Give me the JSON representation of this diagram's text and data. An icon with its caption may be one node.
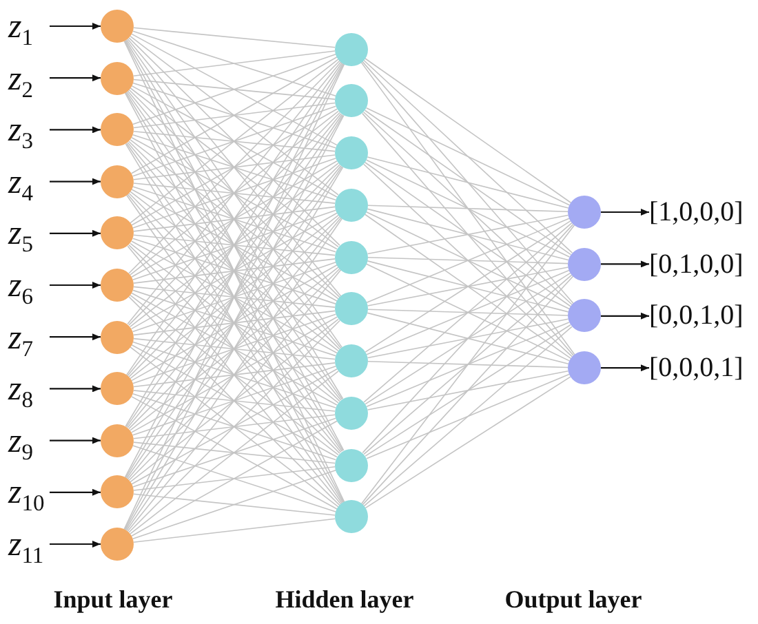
{
  "diagram": {
    "nodes": [
      {
        "text": [
          "*z*$_{1}$"
        ]
      },
      {
        "text": [
          "*z*$_{2}$"
        ]
      },
      {
        "text": [
          "*z*$_{3}$"
        ]
      },
      {
        "text": [
          "*z*$_{4}$"
        ]
      },
      {
        "text": [
          "*z*$_{5}$"
        ]
      },
      {
        "text": [
          "*z*$_{6}$"
        ]
      },
      {
        "text": [
          "*z*$_{7}$"
        ]
      },
      {
        "text": [
          "*z*$_{8}$"
        ]
      },
      {
        "text": [
          "*z*$_{9}$"
        ]
      },
      {
        "text": [
          "*z*$_{10}$"
        ]
      },
      {
        "text": [
          "*z*$_{11}$"
        ]
      },
      {
        "text": [],
        "shape": "circle"
      },
      {
        "text": [],
        "shape": "circle"
      },
      {
        "text": [],
        "shape": "circle"
      },
      {
        "text": [],
        "shape": "circle"
      },
      {
        "text": [],
        "shape": "circle"
      },
      {
        "text": [],
        "shape": "circle"
      },
      {
        "text": [],
        "shape": "circle"
      },
      {
        "text": [],
        "shape": "circle"
      },
      {
        "text": [],
        "shape": "circle"
      },
      {
        "text": [],
        "shape": "circle"
      },
      {
        "text": [],
        "shape": "circle"
      },
      {
        "text": [],
        "shape": "circle"
      },
      {
        "text": [],
        "shape": "circle"
      },
      {
        "text": [],
        "shape": "circle"
      },
      {
        "text": [],
        "shape": "circle"
      },
      {
        "text": [],
        "shape": "circle"
      },
      {
        "text": [],
        "shape": "circle"
      },
      {
        "text": [],
        "shape": "circle"
      },
      {
        "text": [],
        "shape": "circle"
      },
      {
        "text": [],
        "shape": "circle"
      },
      {
        "text": [],
        "shape": "circle"
      },
      {
        "text": [],
        "shape": "circle"
      },
      {
        "text": [],
        "shape": "circle"
      },
      {
        "text": [],
        "shape": "circle"
      },
      {
        "text": [],
        "shape": "circle"
      },
      {
        "text": [
          "[1,0,0,0]"
        ]
      },
      {
        "text": [
          "[0,1,0,0]"
        ]
      },
      {
        "text": [
          "[0,0,1,0]"
        ]
      },
      {
        "text": [
          "[0,0,0,1]"
        ]
      }
    ],
    "edges": [
      {
        "from": 0,
        "to": 11,
        "arrow": "to",
        "color": "#111111"
      },
      {
        "from": 1,
        "to": 12,
        "arrow": "to",
        "color": "#111111"
      },
      {
        "from": 2,
        "to": 13,
        "arrow": "to",
        "color": "#111111"
      },
      {
        "from": 3,
        "to": 14,
        "arrow": "to",
        "color": "#111111"
      },
      {
        "from": 4,
        "to": 15,
        "arrow": "to",
        "color": "#111111"
      },
      {
        "from": 5,
        "to": 16,
        "arrow": "to",
        "color": "#111111"
      },
      {
        "from": 6,
        "to": 17,
        "arrow": "to",
        "color": "#111111"
      },
      {
        "from": 7,
        "to": 18,
        "arrow": "to",
        "color": "#111111"
      },
      {
        "from": 8,
        "to": 19,
        "arrow": "to",
        "color": "#111111"
      },
      {
        "from": 9,
        "to": 20,
        "arrow": "to",
        "color": "#111111"
      },
      {
        "from": 10,
        "to": 21,
        "arrow": "to",
        "color": "#111111"
      },
      {
        "from": 11,
        "to": 22,
        "arrow": "none"
      },
      {
        "from": 11,
        "to": 23,
        "arrow": "none"
      },
      {
        "from": 11,
        "to": 24,
        "arrow": "none"
      },
      {
        "from": 11,
        "to": 25,
        "arrow": "none"
      },
      {
        "from": 11,
        "to": 26,
        "arrow": "none"
      },
      {
        "from": 11,
        "to": 27,
        "arrow": "none"
      },
      {
        "from": 11,
        "to": 28,
        "arrow": "none"
      },
      {
        "from": 11,
        "to": 29,
        "arrow": "none"
      },
      {
        "from": 11,
        "to": 30,
        "arrow": "none"
      },
      {
        "from": 11,
        "to": 31,
        "arrow": "none"
      },
      {
        "from": 12,
        "to": 22,
        "arrow": "none"
      },
      {
        "from": 12,
        "to": 23,
        "arrow": "none"
      },
      {
        "from": 12,
        "to": 24,
        "arrow": "none"
      },
      {
        "from": 12,
        "to": 25,
        "arrow": "none"
      },
      {
        "from": 12,
        "to": 26,
        "arrow": "none"
      },
      {
        "from": 12,
        "to": 27,
        "arrow": "none"
      },
      {
        "from": 12,
        "to": 28,
        "arrow": "none"
      },
      {
        "from": 12,
        "to": 29,
        "arrow": "none"
      },
      {
        "from": 12,
        "to": 30,
        "arrow": "none"
      },
      {
        "from": 12,
        "to": 31,
        "arrow": "none"
      },
      {
        "from": 13,
        "to": 22,
        "arrow": "none"
      },
      {
        "from": 13,
        "to": 23,
        "arrow": "none"
      },
      {
        "from": 13,
        "to": 24,
        "arrow": "none"
      },
      {
        "from": 13,
        "to": 25,
        "arrow": "none"
      },
      {
        "from": 13,
        "to": 26,
        "arrow": "none"
      },
      {
        "from": 13,
        "to": 27,
        "arrow": "none"
      },
      {
        "from": 13,
        "to": 28,
        "arrow": "none"
      },
      {
        "from": 13,
        "to": 29,
        "arrow": "none"
      },
      {
        "from": 13,
        "to": 30,
        "arrow": "none"
      },
      {
        "from": 13,
        "to": 31,
        "arrow": "none"
      },
      {
        "from": 14,
        "to": 22,
        "arrow": "none"
      },
      {
        "from": 14,
        "to": 23,
        "arrow": "none"
      },
      {
        "from": 14,
        "to": 24,
        "arrow": "none"
      },
      {
        "from": 14,
        "to": 25,
        "arrow": "none"
      },
      {
        "from": 14,
        "to": 26,
        "arrow": "none"
      },
      {
        "from": 14,
        "to": 27,
        "arrow": "none"
      },
      {
        "from": 14,
        "to": 28,
        "arrow": "none"
      },
      {
        "from": 14,
        "to": 29,
        "arrow": "none"
      },
      {
        "from": 14,
        "to": 30,
        "arrow": "none"
      },
      {
        "from": 14,
        "to": 31,
        "arrow": "none"
      },
      {
        "from": 15,
        "to": 22,
        "arrow": "none"
      },
      {
        "from": 15,
        "to": 23,
        "arrow": "none"
      },
      {
        "from": 15,
        "to": 24,
        "arrow": "none"
      },
      {
        "from": 15,
        "to": 25,
        "arrow": "none"
      },
      {
        "from": 15,
        "to": 26,
        "arrow": "none"
      },
      {
        "from": 15,
        "to": 27,
        "arrow": "none"
      },
      {
        "from": 15,
        "to": 28,
        "arrow": "none"
      },
      {
        "from": 15,
        "to": 29,
        "arrow": "none"
      },
      {
        "from": 15,
        "to": 30,
        "arrow": "none"
      },
      {
        "from": 15,
        "to": 31,
        "arrow": "none"
      },
      {
        "from": 16,
        "to": 22,
        "arrow": "none"
      },
      {
        "from": 16,
        "to": 23,
        "arrow": "none"
      },
      {
        "from": 16,
        "to": 24,
        "arrow": "none"
      },
      {
        "from": 16,
        "to": 25,
        "arrow": "none"
      },
      {
        "from": 16,
        "to": 26,
        "arrow": "none"
      },
      {
        "from": 16,
        "to": 27,
        "arrow": "none"
      },
      {
        "from": 16,
        "to": 28,
        "arrow": "none"
      },
      {
        "from": 16,
        "to": 29,
        "arrow": "none"
      },
      {
        "from": 16,
        "to": 30,
        "arrow": "none"
      },
      {
        "from": 16,
        "to": 31,
        "arrow": "none"
      },
      {
        "from": 17,
        "to": 22,
        "arrow": "none"
      },
      {
        "from": 17,
        "to": 23,
        "arrow": "none"
      },
      {
        "from": 17,
        "to": 24,
        "arrow": "none"
      },
      {
        "from": 17,
        "to": 25,
        "arrow": "none"
      },
      {
        "from": 17,
        "to": 26,
        "arrow": "none"
      },
      {
        "from": 17,
        "to": 27,
        "arrow": "none"
      },
      {
        "from": 17,
        "to": 28,
        "arrow": "none"
      },
      {
        "from": 17,
        "to": 29,
        "arrow": "none"
      },
      {
        "from": 17,
        "to": 30,
        "arrow": "none"
      },
      {
        "from": 17,
        "to": 31,
        "arrow": "none"
      },
      {
        "from": 18,
        "to": 22,
        "arrow": "none"
      },
      {
        "from": 18,
        "to": 23,
        "arrow": "none"
      },
      {
        "from": 18,
        "to": 24,
        "arrow": "none"
      },
      {
        "from": 18,
        "to": 25,
        "arrow": "none"
      },
      {
        "from": 18,
        "to": 26,
        "arrow": "none"
      },
      {
        "from": 18,
        "to": 27,
        "arrow": "none"
      },
      {
        "from": 18,
        "to": 28,
        "arrow": "none"
      },
      {
        "from": 18,
        "to": 29,
        "arrow": "none"
      },
      {
        "from": 18,
        "to": 30,
        "arrow": "none"
      },
      {
        "from": 18,
        "to": 31,
        "arrow": "none"
      },
      {
        "from": 19,
        "to": 22,
        "arrow": "none"
      },
      {
        "from": 19,
        "to": 23,
        "arrow": "none"
      },
      {
        "from": 19,
        "to": 24,
        "arrow": "none"
      },
      {
        "from": 19,
        "to": 25,
        "arrow": "none"
      },
      {
        "from": 19,
        "to": 26,
        "arrow": "none"
      },
      {
        "from": 19,
        "to": 27,
        "arrow": "none"
      },
      {
        "from": 19,
        "to": 28,
        "arrow": "none"
      },
      {
        "from": 19,
        "to": 29,
        "arrow": "none"
      },
      {
        "from": 19,
        "to": 30,
        "arrow": "none"
      },
      {
        "from": 19,
        "to": 31,
        "arrow": "none"
      },
      {
        "from": 20,
        "to": 22,
        "arrow": "none"
      },
      {
        "from": 20,
        "to": 23,
        "arrow": "none"
      },
      {
        "from": 20,
        "to": 24,
        "arrow": "none"
      },
      {
        "from": 20,
        "to": 25,
        "arrow": "none"
      },
      {
        "from": 20,
        "to": 26,
        "arrow": "none"
      },
      {
        "from": 20,
        "to": 27,
        "arrow": "none"
      },
      {
        "from": 20,
        "to": 28,
        "arrow": "none"
      },
      {
        "from": 20,
        "to": 29,
        "arrow": "none"
      },
      {
        "from": 20,
        "to": 30,
        "arrow": "none"
      },
      {
        "from": 20,
        "to": 31,
        "arrow": "none"
      },
      {
        "from": 21,
        "to": 22,
        "arrow": "none"
      },
      {
        "from": 21,
        "to": 23,
        "arrow": "none"
      },
      {
        "from": 21,
        "to": 24,
        "arrow": "none"
      },
      {
        "from": 21,
        "to": 25,
        "arrow": "none"
      },
      {
        "from": 21,
        "to": 26,
        "arrow": "none"
      },
      {
        "from": 21,
        "to": 27,
        "arrow": "none"
      },
      {
        "from": 21,
        "to": 28,
        "arrow": "none"
      },
      {
        "from": 21,
        "to": 29,
        "arrow": "none"
      },
      {
        "from": 21,
        "to": 30,
        "arrow": "none"
      },
      {
        "from": 21,
        "to": 31,
        "arrow": "none"
      },
      {
        "from": 22,
        "to": 32,
        "arrow": "none"
      },
      {
        "from": 22,
        "to": 33,
        "arrow": "none"
      },
      {
        "from": 22,
        "to": 34,
        "arrow": "none"
      },
      {
        "from": 22,
        "to": 35,
        "arrow": "none"
      },
      {
        "from": 23,
        "to": 32,
        "arrow": "none"
      },
      {
        "from": 23,
        "to": 33,
        "arrow": "none"
      },
      {
        "from": 23,
        "to": 34,
        "arrow": "none"
      },
      {
        "from": 23,
        "to": 35,
        "arrow": "none"
      },
      {
        "from": 24,
        "to": 32,
        "arrow": "none"
      },
      {
        "from": 24,
        "to": 33,
        "arrow": "none"
      },
      {
        "from": 24,
        "to": 34,
        "arrow": "none"
      },
      {
        "from": 24,
        "to": 35,
        "arrow": "none"
      },
      {
        "from": 25,
        "to": 32,
        "arrow": "none"
      },
      {
        "from": 25,
        "to": 33,
        "arrow": "none"
      },
      {
        "from": 25,
        "to": 34,
        "arrow": "none"
      },
      {
        "from": 25,
        "to": 35,
        "arrow": "none"
      },
      {
        "from": 26,
        "to": 32,
        "arrow": "none"
      },
      {
        "from": 26,
        "to": 33,
        "arrow": "none"
      },
      {
        "from": 26,
        "to": 34,
        "arrow": "none"
      },
      {
        "from": 26,
        "to": 35,
        "arrow": "none"
      },
      {
        "from": 27,
        "to": 32,
        "arrow": "none"
      },
      {
        "from": 27,
        "to": 33,
        "arrow": "none"
      },
      {
        "from": 27,
        "to": 34,
        "arrow": "none"
      },
      {
        "from": 27,
        "to": 35,
        "arrow": "none"
      },
      {
        "from": 28,
        "to": 32,
        "arrow": "none"
      },
      {
        "from": 28,
        "to": 33,
        "arrow": "none"
      },
      {
        "from": 28,
        "to": 34,
        "arrow": "none"
      },
      {
        "from": 28,
        "to": 35,
        "arrow": "none"
      },
      {
        "from": 29,
        "to": 32,
        "arrow": "none"
      },
      {
        "from": 29,
        "to": 33,
        "arrow": "none"
      },
      {
        "from": 29,
        "to": 34,
        "arrow": "none"
      },
      {
        "from": 29,
        "to": 35,
        "arrow": "none"
      },
      {
        "from": 30,
        "to": 32,
        "arrow": "none"
      },
      {
        "from": 30,
        "to": 33,
        "arrow": "none"
      },
      {
        "from": 30,
        "to": 34,
        "arrow": "none"
      },
      {
        "from": 30,
        "to": 35,
        "arrow": "none"
      },
      {
        "from": 31,
        "to": 32,
        "arrow": "none"
      },
      {
        "from": 31,
        "to": 33,
        "arrow": "none"
      },
      {
        "from": 31,
        "to": 34,
        "arrow": "none"
      },
      {
        "from": 31,
        "to": 35,
        "arrow": "none"
      },
      {
        "from": 32,
        "to": 36,
        "arrow": "to",
        "color": "#111111"
      },
      {
        "from": 33,
        "to": 37,
        "arrow": "to",
        "color": "#111111"
      },
      {
        "from": 34,
        "to": 38,
        "arrow": "to",
        "color": "#111111"
      },
      {
        "from": 35,
        "to": 39,
        "arrow": "to",
        "color": "#111111"
      }
    ],
    "labels": [
      "Input layer",
      "Hidden layer",
      "Output layer"
    ]
  }
}
